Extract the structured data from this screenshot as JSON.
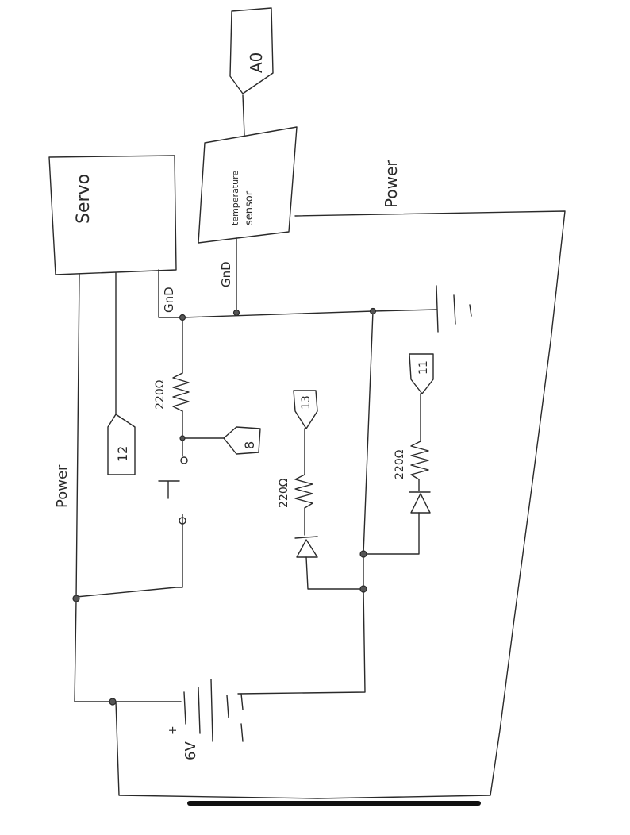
{
  "components": {
    "servo": "Servo",
    "temp_sensor_line1": "temperature",
    "temp_sensor_line2": "sensor",
    "battery": "6V",
    "battery_plus": "+"
  },
  "pins": {
    "a0": "A0",
    "p12": "12",
    "p8": "8",
    "p13": "13",
    "p11": "11"
  },
  "labels": {
    "gnd_servo": "GnD",
    "gnd_sensor": "GnD",
    "power_right": "Power",
    "power_left": "Power",
    "r1": "220Ω",
    "r2": "220Ω",
    "r3": "220Ω"
  }
}
